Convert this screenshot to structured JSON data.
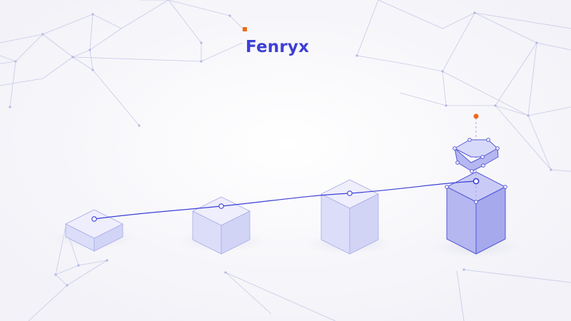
{
  "brand": {
    "name": "Fenryx",
    "text_color": "#3d3fd6",
    "mark_color": "#ef6a1c"
  },
  "palette": {
    "background": "#f7f7fb",
    "network_line": "#c7c9e6",
    "node_fill": "#ffffff",
    "node_stroke": "#5558d8",
    "path_line": "#3d3fd6",
    "box_top": "#e9eafb",
    "box_left": "#d9dbf8",
    "box_right": "#cfd1f5",
    "box_highlight_top": "#c9cbf6",
    "box_highlight_left": "#b4b7f0",
    "box_highlight_right": "#a5a8ec",
    "accent_dot": "#ef6a1c"
  },
  "stages": [
    {
      "id": "stage-1",
      "level": 1
    },
    {
      "id": "stage-2",
      "level": 2
    },
    {
      "id": "stage-3",
      "level": 3
    },
    {
      "id": "stage-4",
      "level": 4,
      "highlighted": true,
      "has_hex_cap": true
    }
  ]
}
